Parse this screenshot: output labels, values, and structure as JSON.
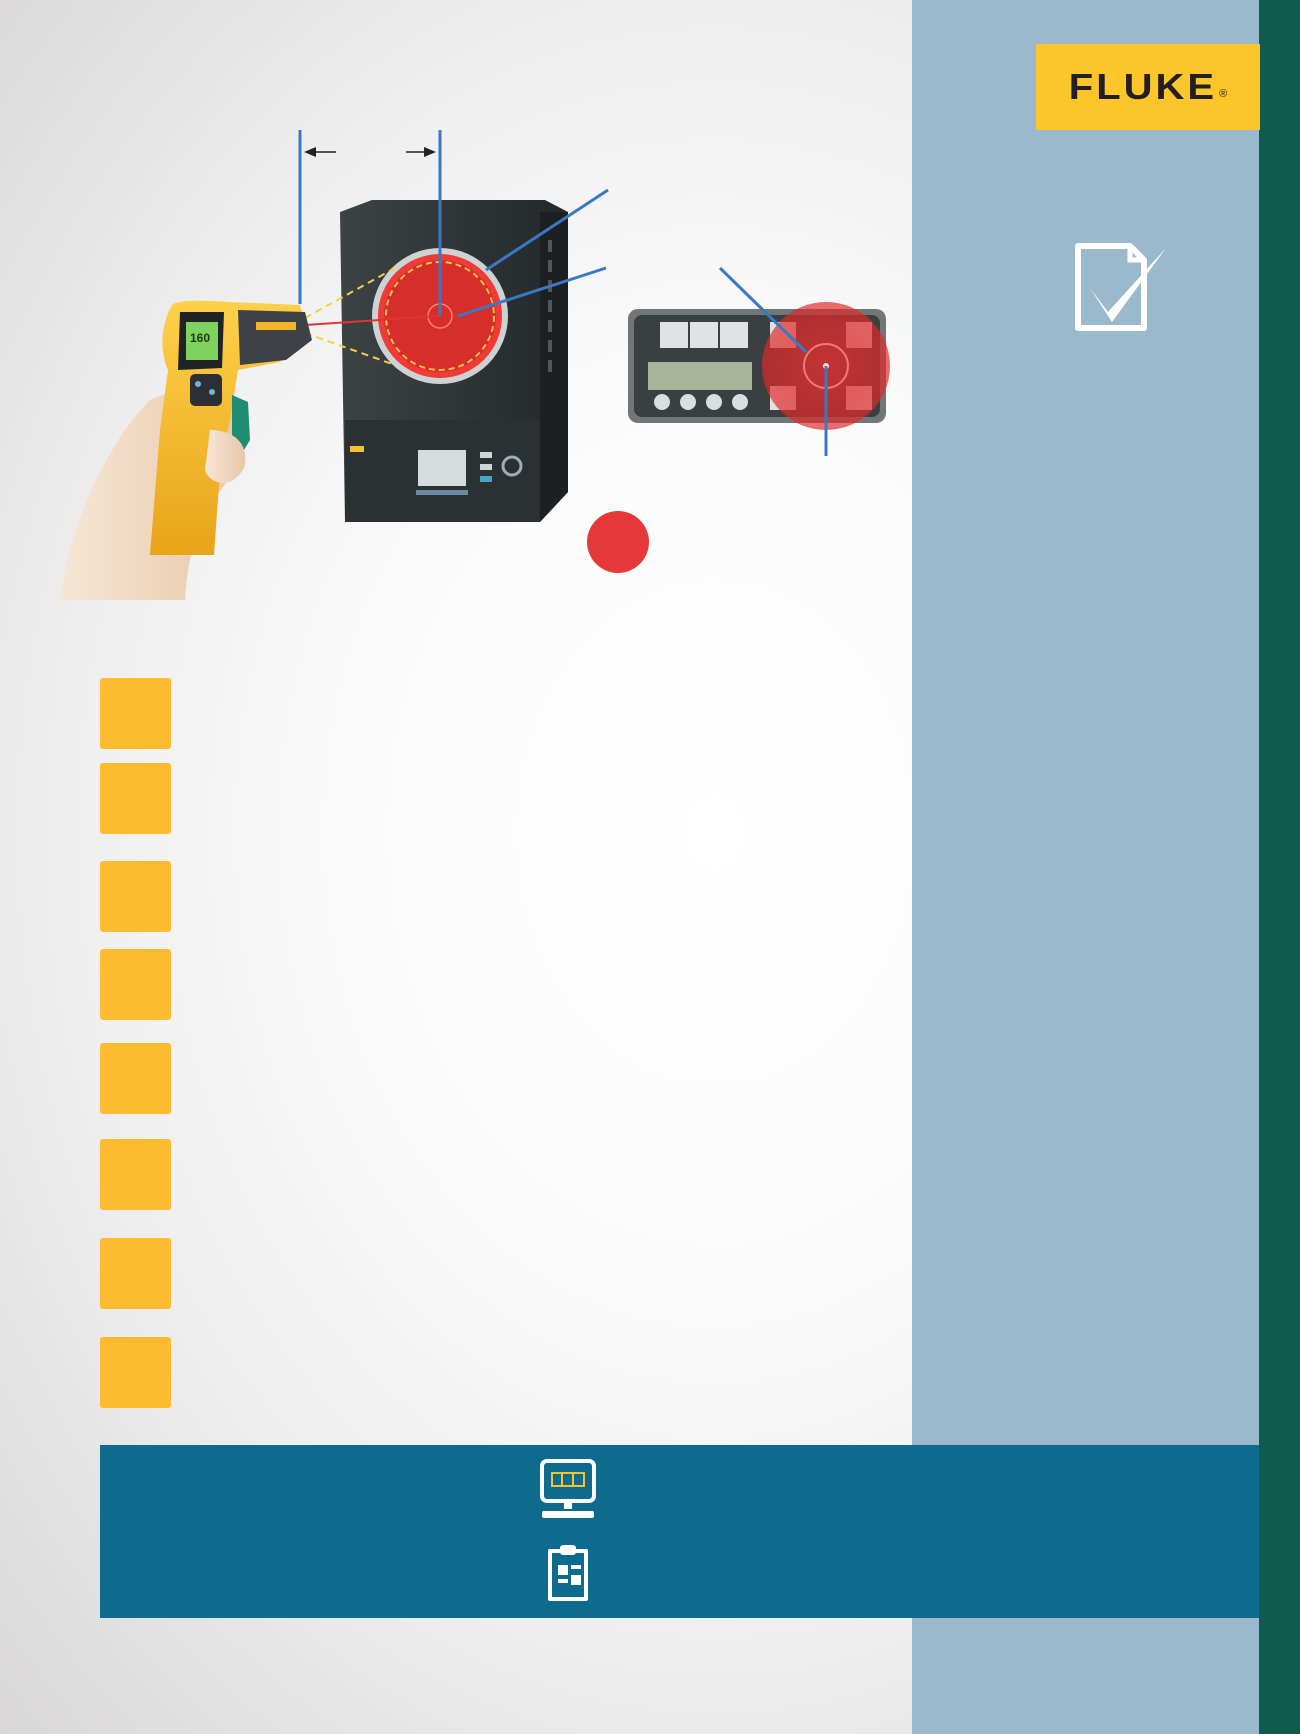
{
  "brand": {
    "name": "FLUKE",
    "registered_mark": "®",
    "logo_color": "#fcc52a",
    "panel_color": "#9bb9cd",
    "stripe_color": "#0e5c4e",
    "band_color": "#0e6b8d",
    "step_box_color": "#fdbb30"
  },
  "thermometer_display": {
    "reading": "160"
  },
  "icons": {
    "checklist": "checklist-icon",
    "monitor": "monitor-icon",
    "document": "document-icon"
  },
  "steps": {
    "count": 8
  }
}
